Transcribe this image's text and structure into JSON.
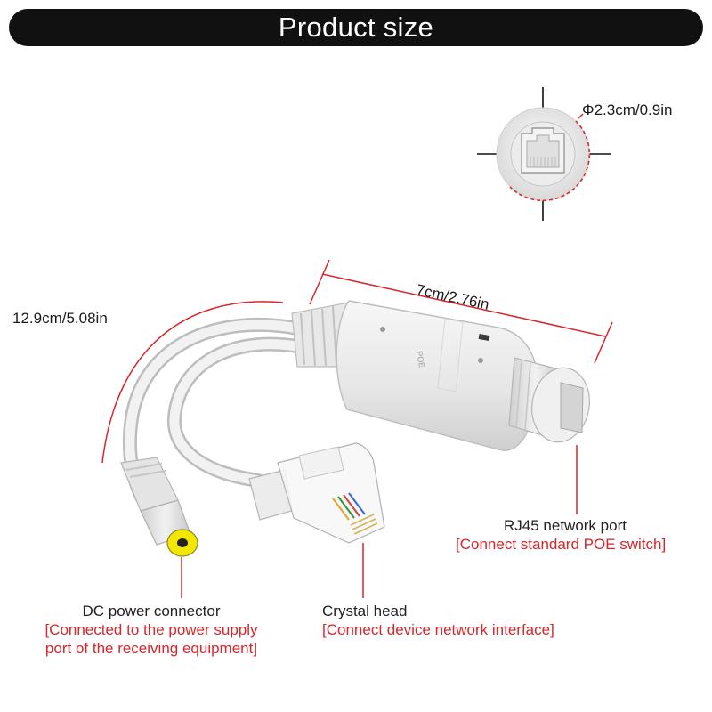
{
  "banner": {
    "title": "Product size"
  },
  "dimensions": {
    "diameter": "Φ2.3cm/0.9in",
    "length": "7cm/2.76in",
    "cable": "12.9cm/5.08in"
  },
  "callouts": {
    "rj45": {
      "title": "RJ45 network port",
      "desc": "[Connect standard POE switch]"
    },
    "crystal": {
      "title": "Crystal head",
      "desc": "[Connect device network interface]"
    },
    "dc": {
      "title": "DC power connector",
      "desc": "[Connected to the power supply port of the receiving equipment]"
    }
  },
  "body_marking": "POE",
  "colors": {
    "accent": "#d9262b",
    "banner_bg": "#111111",
    "connector_tip": "#f3e600"
  },
  "icons": [
    "rj45-port-icon"
  ]
}
